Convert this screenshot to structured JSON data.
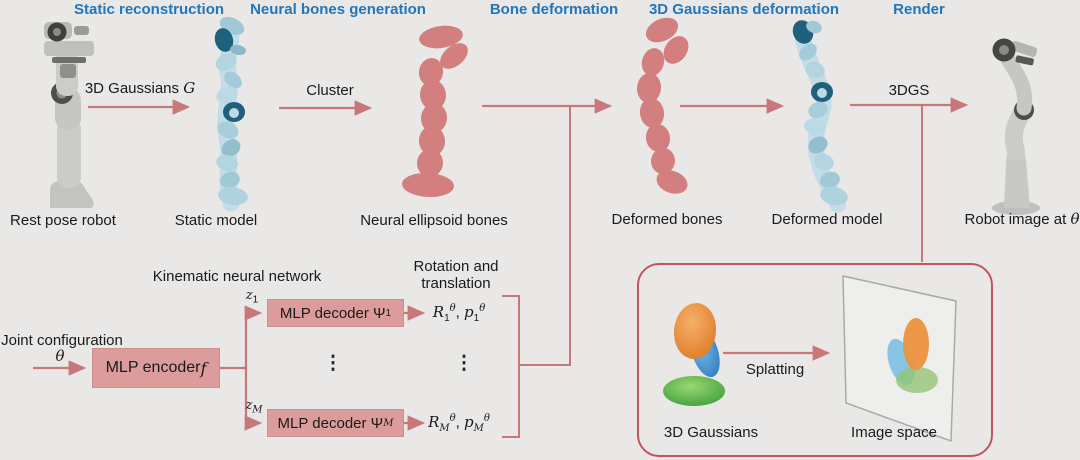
{
  "colors": {
    "background": "#E9E8E6",
    "header_blue": "#2176BC",
    "arrow_pink": "#C87878",
    "mlp_box_fill": "#DC9C9C",
    "bone_fill": "#D47F7F",
    "splat_box_border": "#C25460"
  },
  "figure": {
    "headers": [
      "Static reconstruction",
      "Neural bones generation",
      "Bone deformation",
      "3D Gaussians deformation",
      "Render"
    ],
    "stages": {
      "rest_pose": "Rest pose robot",
      "static_model": "Static model",
      "neural_bones": "Neural ellipsoid bones",
      "deformed_bones": "Deformed bones",
      "deformed_model": "Deformed model",
      "robot_image": "Robot image at <i>θ</i>"
    },
    "arrows": {
      "gaussians": "3D Gaussians <i>G</i>",
      "cluster": "Cluster",
      "render": "3DGS"
    }
  },
  "network": {
    "title": "Kinematic neural network",
    "input_label": "Joint configuration",
    "input_symbol": "<i>θ</i>",
    "encoder_label": "MLP encoder <i>f</i>",
    "decoder_1_label": "MLP decoder Ψ<sub>1</sub>",
    "decoder_M_label": "MLP decoder Ψ<sub><i>M</i></sub>",
    "latent_1": "<i>z</i><sub>1</sub>",
    "latent_M": "<i>z</i><sub><i>M</i></sub>",
    "output_title": "Rotation and translation",
    "output_1": "<i>R</i><sub>1</sub><sup><i>θ</i></sup>, <i>p</i><sub>1</sub><sup><i>θ</i></sup>",
    "output_M": "<i>R</i><sub><i>M</i></sub><sup><i>θ</i></sup>, <i>p</i><sub><i>M</i></sub><sup><i>θ</i></sup>",
    "ellipsis": "⋮"
  },
  "splatting": {
    "gaussians_label": "3D Gaussians",
    "arrow_label": "Splatting",
    "image_label": "Image space"
  }
}
